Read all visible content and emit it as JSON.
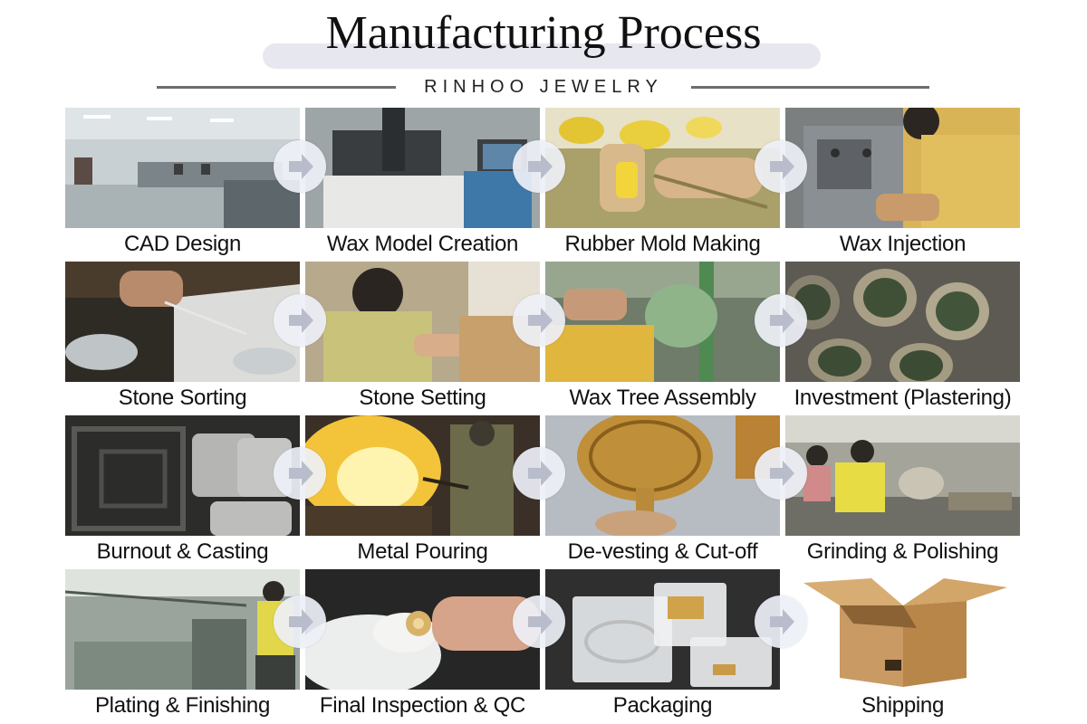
{
  "header": {
    "title": "Manufacturing Process",
    "subtitle": "RINHOO JEWELRY"
  },
  "steps": [
    {
      "label": "CAD Design",
      "scene": "office"
    },
    {
      "label": "Wax Model Creation",
      "scene": "machine"
    },
    {
      "label": "Rubber Mold Making",
      "scene": "hands-yellow"
    },
    {
      "label": "Wax Injection",
      "scene": "worker-yellow"
    },
    {
      "label": "Stone Sorting",
      "scene": "stones"
    },
    {
      "label": "Stone Setting",
      "scene": "setter"
    },
    {
      "label": "Wax Tree Assembly",
      "scene": "wax-tree"
    },
    {
      "label": "Investment (Plastering)",
      "scene": "flasks"
    },
    {
      "label": "Burnout & Casting",
      "scene": "trays"
    },
    {
      "label": "Metal Pouring",
      "scene": "fire"
    },
    {
      "label": "De-vesting & Cut-off",
      "scene": "gold-tree"
    },
    {
      "label": "Grinding & Polishing",
      "scene": "polishing"
    },
    {
      "label": "Plating & Finishing",
      "scene": "factory"
    },
    {
      "label": "Final Inspection & QC",
      "scene": "gloves"
    },
    {
      "label": "Packaging",
      "scene": "bags"
    },
    {
      "label": "Shipping",
      "scene": "box"
    }
  ],
  "colors": {
    "arrow_bg": "#eef0f7",
    "arrow_fg": "#b9bccb",
    "rule": "#6d6d6d"
  }
}
